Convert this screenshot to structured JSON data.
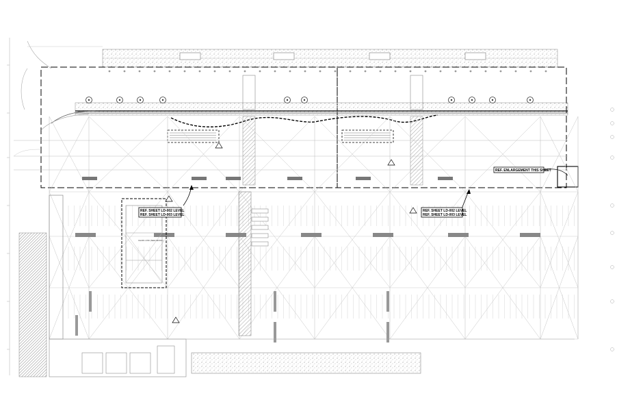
{
  "callouts": {
    "ref_left_1": "REF. SHEET LD-002 LEVEL",
    "ref_left_2": "REF. SHEET LD-003 LEVEL",
    "ref_right_1": "REF. SHEET LD-002 LEVEL",
    "ref_right_2": "REF. SHEET LD-003 LEVEL",
    "enlargement": "REF. ENLARGEMENT THIS SHEET",
    "chain_link": "CHAIN LINK (SEE DETAIL)"
  },
  "colors": {
    "line": "#000000",
    "light_line": "#9a9a9a",
    "hatch": "#6b6b6b"
  }
}
